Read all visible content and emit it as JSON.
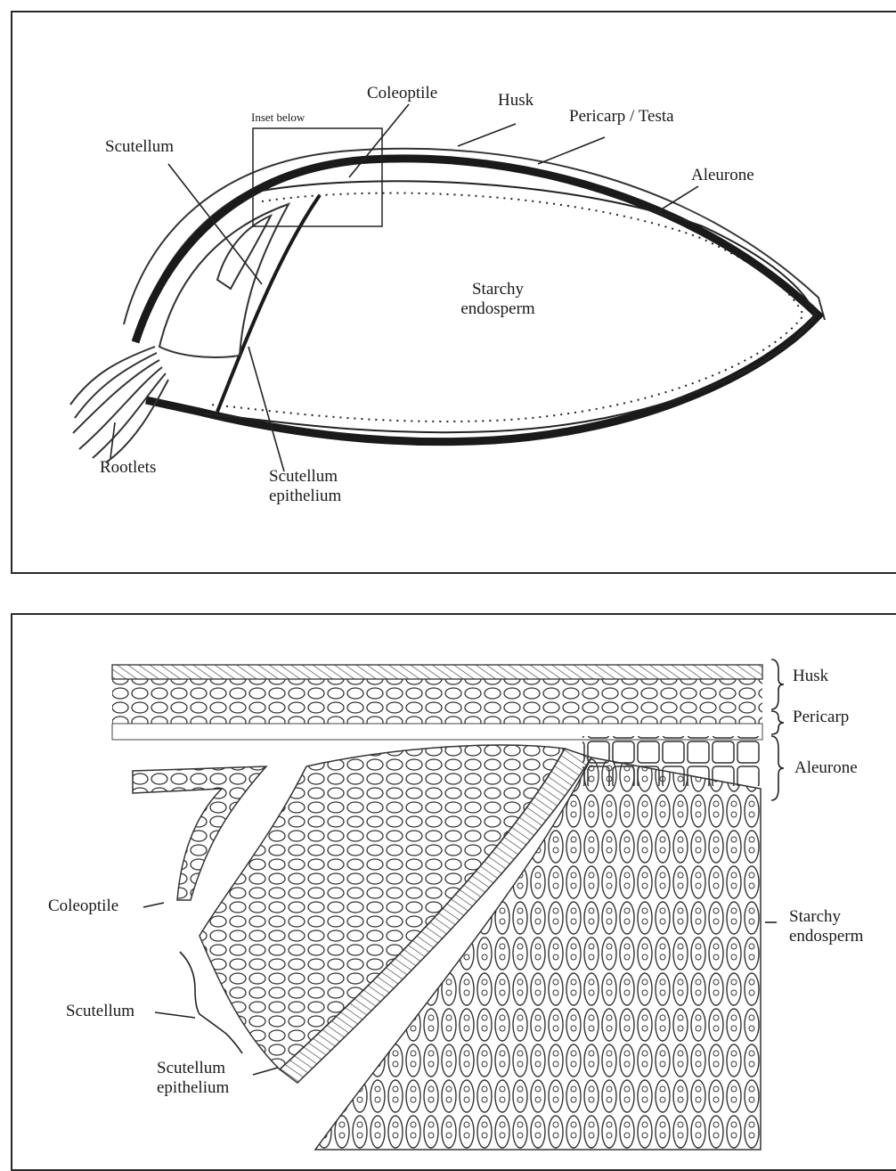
{
  "top_diagram": {
    "inset_note": "Inset below",
    "labels": {
      "coleoptile": "Coleoptile",
      "husk": "Husk",
      "pericarp_testa": "Pericarp / Testa",
      "scutellum": "Scutellum",
      "aleurone": "Aleurone",
      "starchy_line1": "Starchy",
      "starchy_line2": "endosperm",
      "rootlets": "Rootlets",
      "scut_epi_line1": "Scutellum",
      "scut_epi_line2": "epithelium"
    }
  },
  "bottom_diagram": {
    "labels": {
      "husk": "Husk",
      "pericarp": "Pericarp",
      "aleurone": "Aleurone",
      "coleoptile": "Coleoptile",
      "starchy_line1": "Starchy",
      "starchy_line2": "endosperm",
      "scutellum": "Scutellum",
      "scut_epi_line1": "Scutellum",
      "scut_epi_line2": "epithelium"
    }
  }
}
